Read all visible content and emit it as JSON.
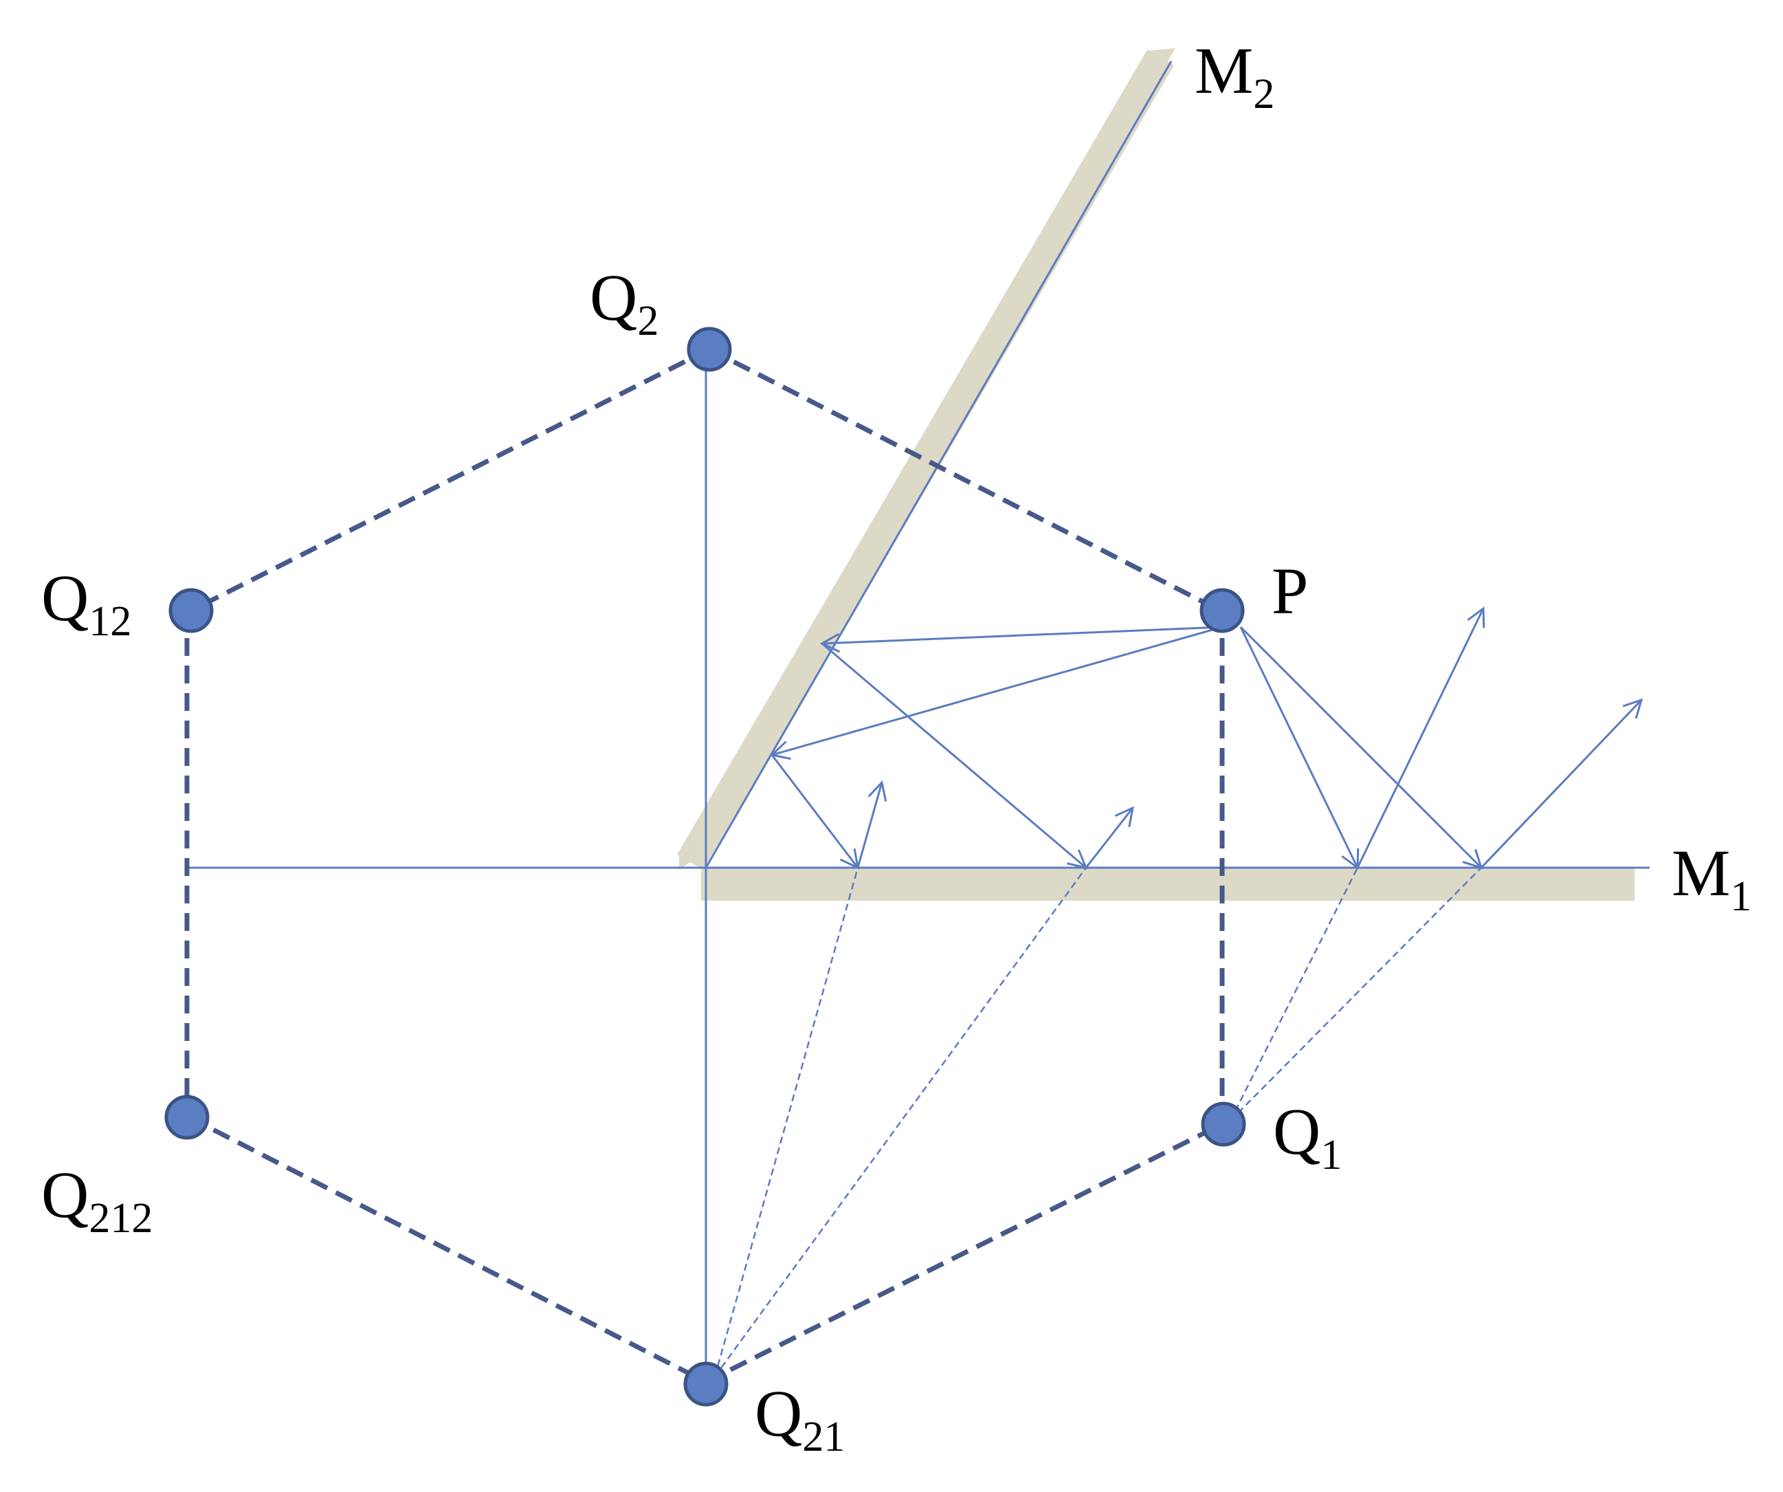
{
  "colors": {
    "mirror_fill": "#dcd9c6",
    "thin_line": "#5b7cc0",
    "dashed_line": "#46598a",
    "point_fill": "#5b7ec2",
    "point_stroke": "#3c5386",
    "text": "#000000"
  },
  "mirrors": [
    {
      "id": "M1",
      "base": "M",
      "sub": "1"
    },
    {
      "id": "M2",
      "base": "M",
      "sub": "2"
    }
  ],
  "points": [
    {
      "id": "P",
      "base": "P",
      "sub": ""
    },
    {
      "id": "Q1",
      "base": "Q",
      "sub": "1"
    },
    {
      "id": "Q2",
      "base": "Q",
      "sub": "2"
    },
    {
      "id": "Q12",
      "base": "Q",
      "sub": "12"
    },
    {
      "id": "Q21",
      "base": "Q",
      "sub": "21"
    },
    {
      "id": "Q212",
      "base": "Q",
      "sub": "212"
    }
  ]
}
